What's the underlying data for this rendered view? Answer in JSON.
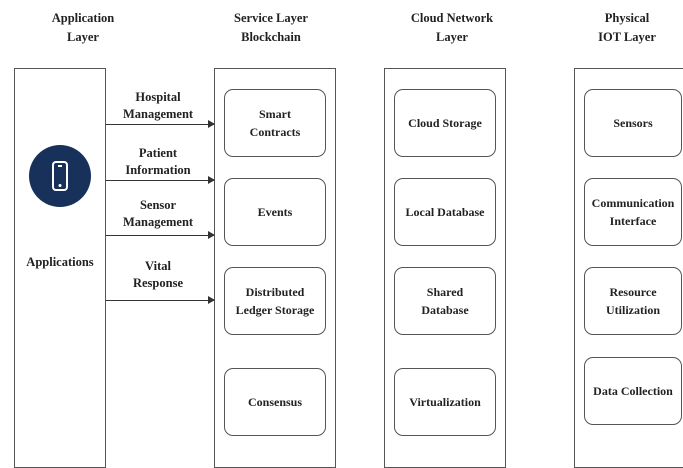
{
  "headers": {
    "application": "Application\nLayer",
    "service": "Service Layer\nBlockchain",
    "cloud": "Cloud Network\nLayer",
    "physical": "Physical\nIOT Layer"
  },
  "application": {
    "label": "Applications",
    "icon": "smartphone-icon",
    "icon_color": "#17315a"
  },
  "flows": [
    "Hospital\nManagement",
    "Patient\nInformation",
    "Sensor\nManagement",
    "Vital\nResponse"
  ],
  "service_boxes": [
    "Smart\nContracts",
    "Events",
    "Distributed\nLedger Storage",
    "Consensus"
  ],
  "cloud_boxes": [
    "Cloud Storage",
    "Local Database",
    "Shared\nDatabase",
    "Virtualization"
  ],
  "physical_boxes": [
    "Sensors",
    "Communication\nInterface",
    "Resource\nUtilization",
    "Data Collection"
  ]
}
